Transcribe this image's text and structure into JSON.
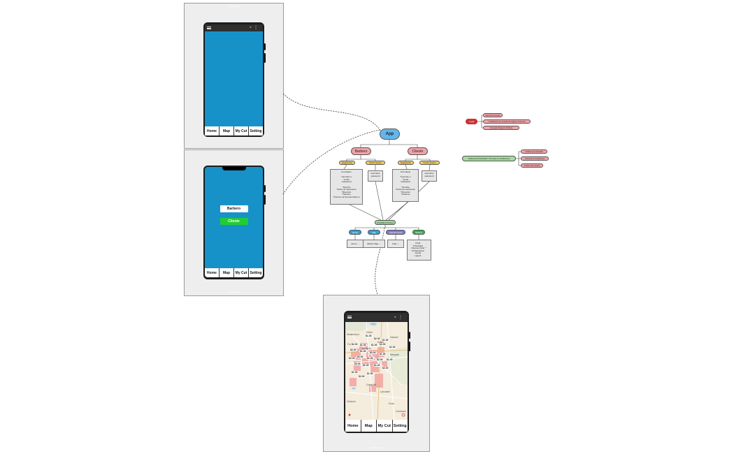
{
  "frames": [
    {
      "caption": "Pantalla inicio"
    },
    {
      "caption": "Pantalla login"
    },
    {
      "caption": "Pantalla mapa"
    }
  ],
  "tabs": [
    "Home",
    "Map",
    "My Cut",
    "Setting"
  ],
  "login": {
    "barbero": "Barbero",
    "cliente": "Cliente"
  },
  "diagram": {
    "root": "App",
    "barbero": "Barbero",
    "cliente": "Cliente",
    "registrarse": "Registrarse",
    "iniciar": "Iniciar Sesión",
    "form_barbero": [
      "Formulario",
      "",
      "*usernam e",
      "*email",
      "*password",
      "",
      "*Nombre",
      "*fecha de nacimiento",
      "*Dirección",
      "*Telefono",
      "*Numero de licencia barbero"
    ],
    "form_cliente": [
      "Formulario",
      "",
      "*usernam e",
      "*email",
      "*password",
      "",
      "*Nombre",
      "*fecha de nacimiento",
      "*Dirección",
      "*Telefono"
    ],
    "login_box": [
      "username",
      "password"
    ],
    "principal": "Pantalla Principal",
    "menu": [
      {
        "label": "Home",
        "color": "#29a3d6",
        "detail": "Home"
      },
      {
        "label": "Map",
        "color": "#29a3d6",
        "detail": "Barber Map"
      },
      {
        "label": "Appointments",
        "color": "#7d7ccf",
        "detail": "Citas"
      },
      {
        "label": "Setting",
        "color": "#38b24a",
        "detail": ""
      }
    ],
    "setting_detail": [
      "Perfil",
      "Privacidad",
      "Payment Mod",
      "Configuracion",
      "Ayuda",
      "Logout"
    ]
  },
  "legal": {
    "root": "Legal",
    "items": [
      "Derechos de autor",
      "Certificación de acuerdo de registro comercial",
      "Copyright (Registro Público)"
    ]
  },
  "policy": {
    "root": "Politica de Privacidad / Términos & Condiciones",
    "items": [
      "Política de privacidad",
      "Términos & Condiciones",
      "Cookies del usuario"
    ]
  },
  "map": {
    "prices": [
      "$1.00",
      "$2.00",
      "$1.00",
      "$2.00",
      "$1.00",
      "$1.00",
      "$2.00",
      "$1.00",
      "$2.00",
      "$1.00",
      "$3.00",
      "$1.00",
      "$2.00",
      "$2.00",
      "$1.00",
      "$2.00",
      "$1.00",
      "$3.00",
      "$2.00",
      "$1.00",
      "$2.00",
      "$1.00",
      "$2.00",
      "$1.00"
    ],
    "places": [
      "Shiloh",
      "Fort Worth",
      "Arlington",
      "Dallas",
      "Mesquite",
      "Garland",
      "Cedar Hill",
      "Lancaster",
      "Ennis",
      "Corsicana",
      "Weatherford",
      "Cleburne"
    ]
  },
  "colors": {
    "accent_blue": "#1792c9",
    "pink": "#f2a3a8",
    "red": "#c93434",
    "yellow": "#f2cf5a",
    "green": "#a5dba0",
    "root_blue": "#64b5ea",
    "tab_green": "#22cc33"
  }
}
